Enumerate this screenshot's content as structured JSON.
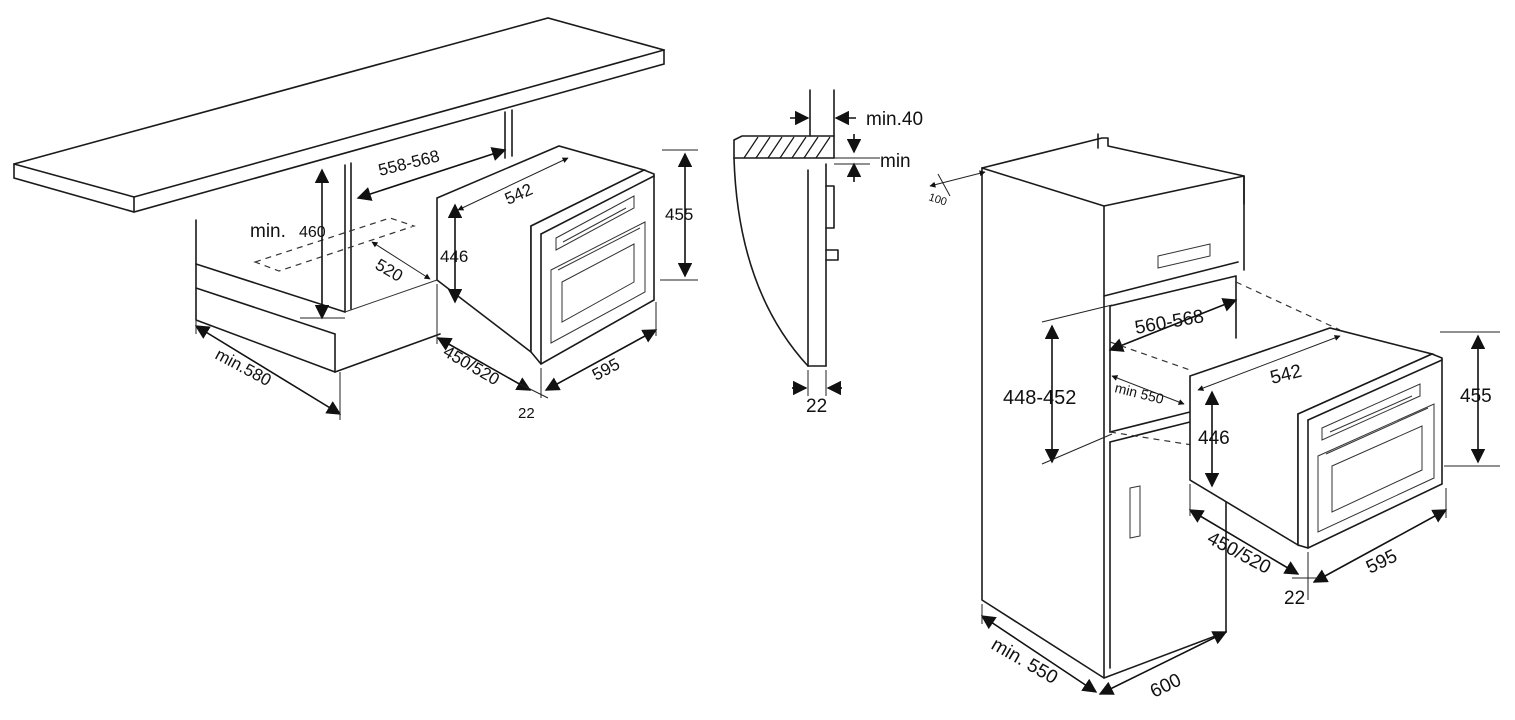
{
  "labels": {
    "left_depth_min": "min.580",
    "left_height_min": "min.",
    "left_height_min_value": "460",
    "left_niche_width": "558-568",
    "left_vent_width": "520",
    "left_oven_depth": "542",
    "left_oven_inner_height": "446",
    "left_oven_height": "455",
    "left_oven_width": "595",
    "left_body_depth": "450/520",
    "left_front_depth": "22",
    "section_top_gap": "min.40",
    "section_min": "min",
    "section_front_depth": "22",
    "right_gap": "100",
    "right_niche_width": "560-568",
    "right_niche_height": "448-452",
    "right_min_depth": "min 550",
    "right_oven_depth": "542",
    "right_oven_inner_height": "446",
    "right_oven_height": "455",
    "right_body_depth": "450/520",
    "right_front_depth": "22",
    "right_oven_width": "595",
    "right_cabinet_depth_min": "min. 550",
    "right_cabinet_width": "600"
  },
  "colors": {
    "line": "#1a1a1a",
    "background": "#ffffff",
    "hatch_fill": "#ffffff"
  }
}
